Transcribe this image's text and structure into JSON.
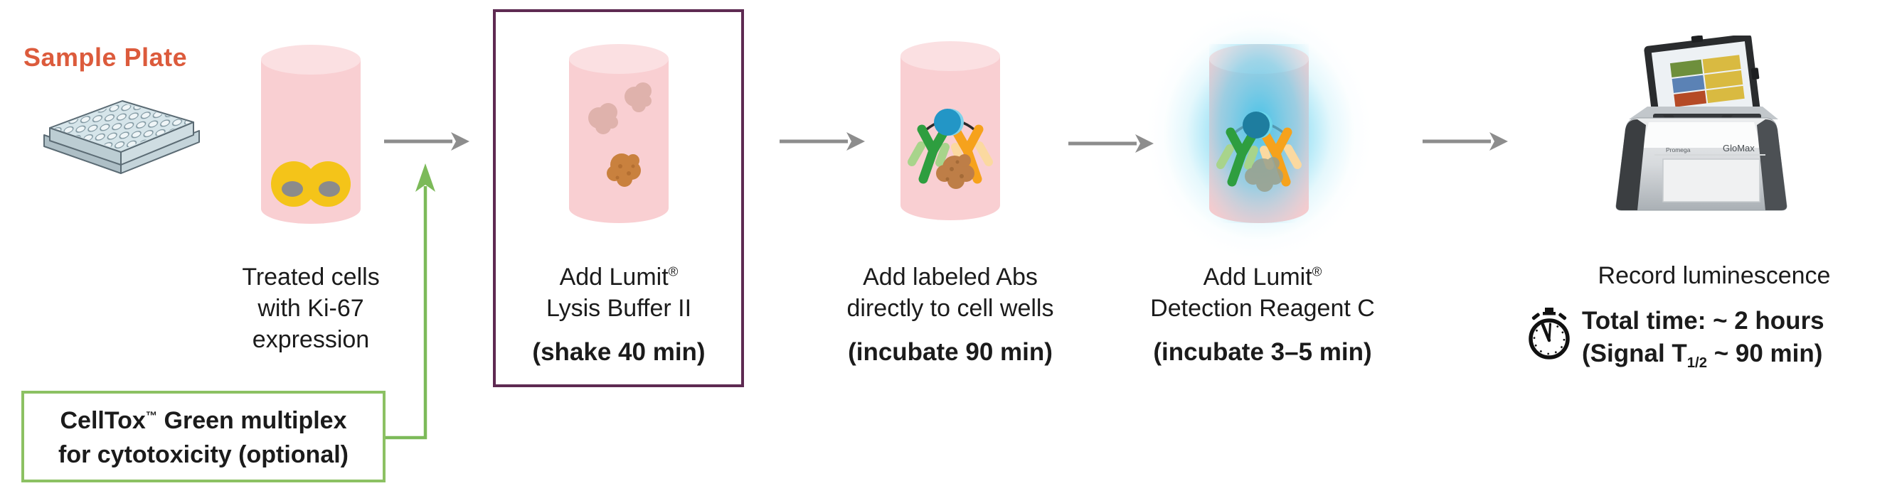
{
  "sample_plate_label": "Sample Plate",
  "steps": {
    "treated": {
      "line1": "Treated cells",
      "line2": "with Ki-67",
      "line3": "expression"
    },
    "lysis": {
      "line1_pre": "Add Lumit",
      "reg_mark": "®",
      "line2": "Lysis Buffer II",
      "duration": "(shake 40 min)"
    },
    "antibodies": {
      "line1": "Add labeled Abs",
      "line2": "directly to cell wells",
      "duration": "(incubate 90 min)"
    },
    "detection": {
      "line1_pre": "Add Lumit",
      "reg_mark": "®",
      "line2": "Detection Reagent C",
      "duration": "(incubate 3–5 min)"
    },
    "record": {
      "line1": "Record luminescence",
      "total_time": "Total time: ~ 2 hours",
      "signal_pre": "(Signal T",
      "signal_sub": "1/2",
      "signal_post": " ~ 90 min)"
    }
  },
  "optional_box": {
    "line1_pre": "CellTox",
    "tm_mark": "™",
    "line1_post": " Green multiplex",
    "line2": "for cytotoxicity (optional)"
  },
  "instrument": {
    "brand": "GloMax",
    "maker": "Promega"
  },
  "icons": {
    "microplate": "96-well-plate",
    "flow_arrow": "→",
    "optional_arrow": "↑",
    "stopwatch": "⏱",
    "well_cylinder": "cell-culture-well",
    "luminometer": "plate-reader"
  },
  "colors": {
    "accent_orange": "#DC5B3C",
    "purple_box_border": "#5E2A52",
    "green_box_border": "#8CC163",
    "green_arrow": "#7CBA59",
    "gray_arrow": "#8D8D8D",
    "well_pink_body": "#F9CFD2",
    "well_pink_top": "#FBE0E2",
    "cell_yellow": "#F4C419",
    "antibody_green": "#2E9E3F",
    "antibody_orange": "#F6A21C",
    "nanobit_blue": "#2396C6",
    "glow_cyan": "#3FC2E9",
    "text": "#1B1B1B"
  }
}
